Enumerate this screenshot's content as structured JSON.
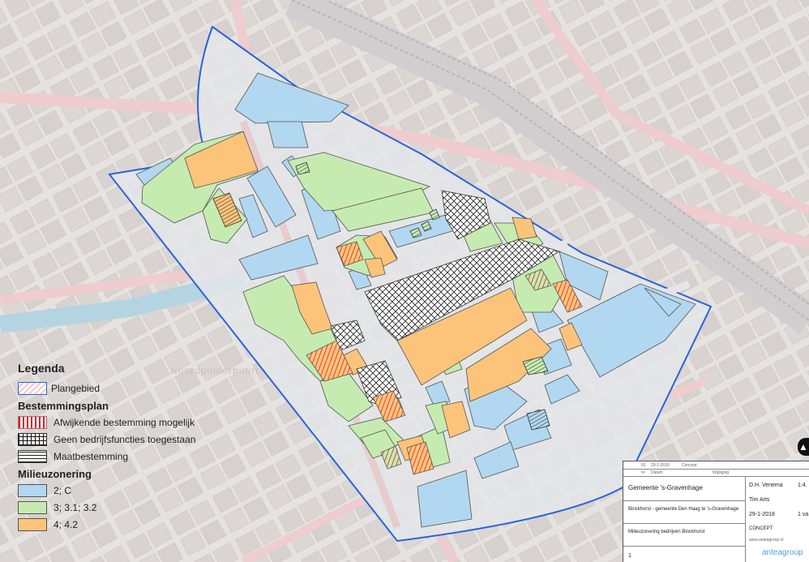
{
  "map": {
    "street_labels": [
      "Noordpolderbuurt"
    ]
  },
  "legend": {
    "title": "Legenda",
    "plangebied_label": "Plangebied",
    "bestemmingsplan_heading": "Bestemmingsplan",
    "afwijkende_label": "Afwijkende bestemming mogelijk",
    "geen_label": "Geen bedrijfsfuncties toegestaan",
    "maat_label": "Maatbestemming",
    "milieu_heading": "Milieuzonering",
    "zone_blue_label": "2; C",
    "zone_green_label": "3; 3.1; 3.2",
    "zone_orange_label": "4; 4.2",
    "colors": {
      "zone_blue": "#b2d7f0",
      "zone_green": "#c6ebb0",
      "zone_orange": "#fcc47a",
      "plan_boundary": "#2a64d8",
      "afwijkende": "#d9202a"
    }
  },
  "titleblock": {
    "rev_a_code": "01",
    "rev_a_date": "29-1-2018",
    "rev_a_status": "Concept",
    "rev_b_code": "nr",
    "rev_b_date": "Datum",
    "rev_b_desc": "Wijziging",
    "client": "Gemeente 's-Gravenhage",
    "project": "Binckhorst - gemeente Den Haag te 's-Gravenhage",
    "subject": "Milieuzonering bedrijven Binckhorst",
    "sheet_number": "1",
    "drawn_by": "D.H. Venema",
    "scale": "1:4.",
    "checked_by": "Tim Arts",
    "date": "29-1-2018",
    "format": "1 va",
    "status": "CONCEPT",
    "website": "www.anteagroup.nl",
    "company": "anteagroup"
  }
}
